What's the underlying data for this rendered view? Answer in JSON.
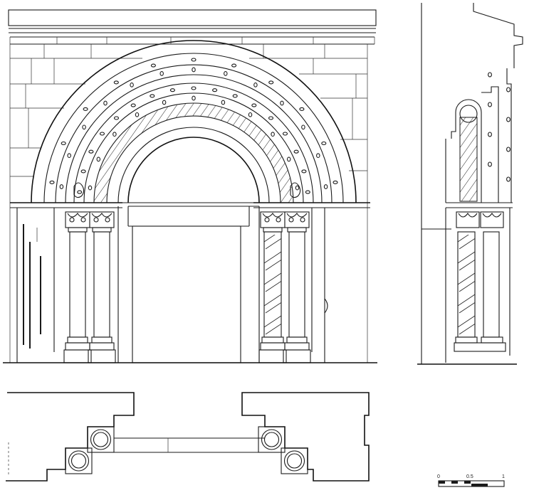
{
  "scale_bar": {
    "labels": [
      "0",
      "0.5",
      "1"
    ]
  },
  "views": [
    "elevation",
    "side-section",
    "plan"
  ],
  "colors": {
    "ink": "#1a1a1a",
    "paper": "#ffffff"
  }
}
